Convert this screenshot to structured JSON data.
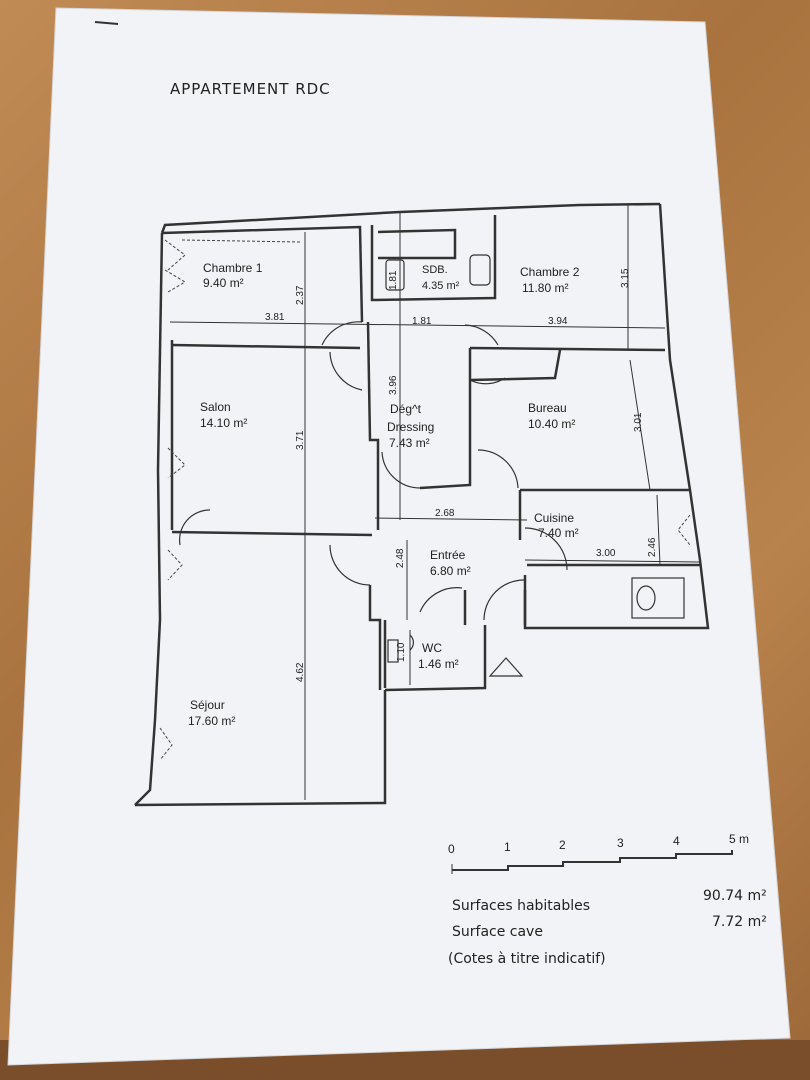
{
  "title": "APPARTEMENT RDC",
  "rooms": [
    {
      "name": "Chambre 1",
      "area": "9.40 m²"
    },
    {
      "name": "SDB.",
      "area": "4.35 m²"
    },
    {
      "name": "Chambre 2",
      "area": "11.80 m²"
    },
    {
      "name": "Salon",
      "area": "14.10 m²"
    },
    {
      "name": "Dég^t",
      "area": ""
    },
    {
      "name": "Dressing",
      "area": "7.43 m²"
    },
    {
      "name": "Bureau",
      "area": "10.40 m²"
    },
    {
      "name": "Cuisine",
      "area": "7.40 m²"
    },
    {
      "name": "Entrée",
      "area": "6.80 m²"
    },
    {
      "name": "WC",
      "area": "1.46 m²"
    },
    {
      "name": "Séjour",
      "area": "17.60 m²"
    }
  ],
  "dimensions": {
    "h_381": "3.81",
    "h_181": "1.81",
    "h_394": "3.94",
    "v_237": "2.37",
    "v_181": "1.81",
    "v_315": "3.15",
    "v_396": "3.96",
    "v_371": "3.71",
    "v_301": "3.01",
    "h_268": "2.68",
    "h_300": "3.00",
    "v_248": "2.48",
    "v_246": "2.46",
    "v_110": "1.10",
    "v_462": "4.62"
  },
  "scale": {
    "ticks": [
      "0",
      "1",
      "2",
      "3",
      "4",
      "5 m"
    ]
  },
  "surfaces": {
    "habitables_label": "Surfaces habitables",
    "habitables_value": "90.74 m²",
    "cave_label": "Surface cave",
    "cave_value": "7.72 m²",
    "note": "(Cotes à titre indicatif)"
  }
}
